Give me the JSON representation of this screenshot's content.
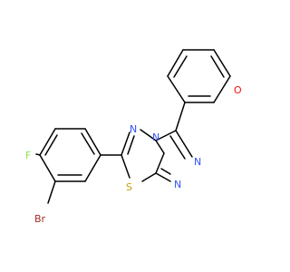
{
  "atoms": {
    "F": {
      "label": "F",
      "color": "#90e050"
    },
    "Br": {
      "label": "Br",
      "color": "#a62929"
    },
    "S": {
      "label": "S",
      "color": "#c8a200"
    },
    "O": {
      "label": "O",
      "color": "#ff0d0d"
    },
    "N1": {
      "label": "N",
      "color": "#3050f8"
    },
    "N2": {
      "label": "N",
      "color": "#3050f8"
    },
    "N3": {
      "label": "N",
      "color": "#3050f8"
    },
    "N4": {
      "label": "N",
      "color": "#3050f8"
    }
  },
  "bond_color": "#000000"
}
